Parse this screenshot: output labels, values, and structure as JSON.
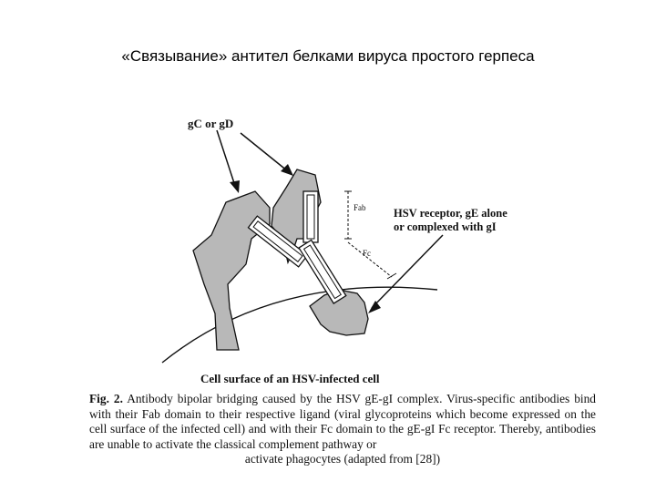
{
  "slide": {
    "title": "«Связывание» антител белками вируса простого герпеса"
  },
  "figure": {
    "label_gc_gd": "gC or gD",
    "label_receptor_line1": "HSV receptor, gE alone",
    "label_receptor_line2": "or complexed with gI",
    "label_fab": "Fab",
    "label_fc": "Fc",
    "label_cell_surface": "Cell surface of an HSV-infected cell",
    "fill_color": "#b8b8b8",
    "stroke_color": "#111111"
  },
  "caption": {
    "fig_label": "Fig. 2.",
    "body": "Antibody bipolar bridging caused by the HSV gE-gI complex. Virus-specific antibodies bind with their Fab domain to their respective ligand (viral glycoproteins which become expressed on the cell surface of the infected cell) and with their Fc domain to the gE-gI Fc receptor. Thereby, antibodies are unable to activate the classical complement pathway or",
    "last_line": "activate phagocytes (adapted from [28])"
  }
}
